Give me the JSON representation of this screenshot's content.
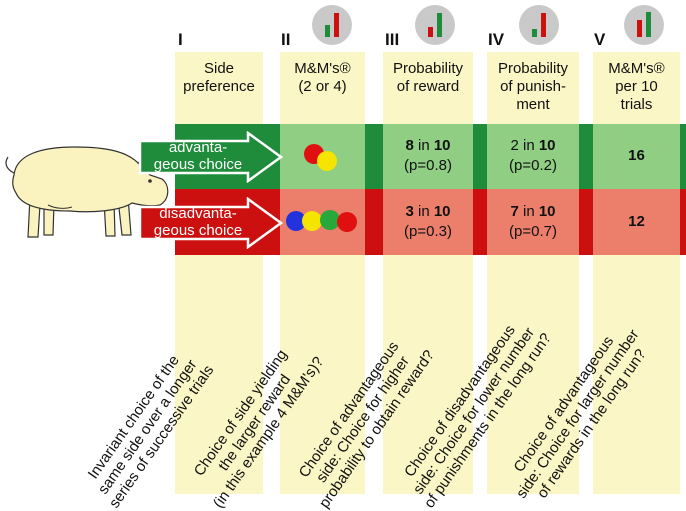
{
  "columns": [
    {
      "numeral": "I",
      "header": "Side preference"
    },
    {
      "numeral": "II",
      "header": "M&M's® (2 or 4)"
    },
    {
      "numeral": "III",
      "header": "Probability of reward"
    },
    {
      "numeral": "IV",
      "header": "Probability of punish-ment"
    },
    {
      "numeral": "V",
      "header": "M&M's® per 10 trials"
    }
  ],
  "headers": {
    "col1_l1": "Side",
    "col1_l2": "preference",
    "col2_l1": "M&M's®",
    "col2_l2": "(2 or 4)",
    "col3_l1": "Probability",
    "col3_l2": "of reward",
    "col4_l1": "Probability",
    "col4_l2": "of punish-",
    "col4_l3": "ment",
    "col5_l1": "M&M's®",
    "col5_l2": "per 10",
    "col5_l3": "trials"
  },
  "rows": {
    "advantageous": {
      "label_l1": "advanta-",
      "label_l2": "geous choice",
      "reward_a": "8",
      "reward_in": " in ",
      "reward_b": "10",
      "reward_p": "(p=0.8)",
      "punish_a": "2",
      "punish_in": " in ",
      "punish_b": "10",
      "punish_p": "(p=0.2)",
      "per10": "16"
    },
    "disadvantageous": {
      "label_l1": "disadvanta-",
      "label_l2": "geous choice",
      "reward_a": "3",
      "reward_in": " in ",
      "reward_b": "10",
      "reward_p": "(p=0.3)",
      "punish_a": "7",
      "punish_in": " in ",
      "punish_b": "10",
      "punish_p": "(p=0.7)",
      "per10": "12"
    }
  },
  "captions": {
    "c1": [
      "Invariant choice of the",
      "same side over a longer",
      "series of successive trials"
    ],
    "c2": [
      "Choice of side yielding",
      "the larger reward",
      "(in this example 4 M&M's)?"
    ],
    "c3": [
      "Choice of advantageous",
      "side: Choice for higher",
      "probability to obtain reward?"
    ],
    "c4": [
      "Choice of disadvantageous",
      "side: Choice for lower number",
      "of punishments in the long run?"
    ],
    "c5": [
      "Choice of advantageous",
      "side: Choice for larger number",
      "of rewards in the long run?"
    ]
  },
  "colors": {
    "green_dark": "#1e8c3a",
    "green_light": "#8fce83",
    "red_dark": "#cc1010",
    "red_light": "#ec7f6c",
    "pale": "#fbf6c5",
    "badge": "#c9c9c9"
  },
  "icons": [
    "pig-icon",
    "mini-bar-chart-icon",
    "mm-candy-icon",
    "arrow-icon"
  ]
}
